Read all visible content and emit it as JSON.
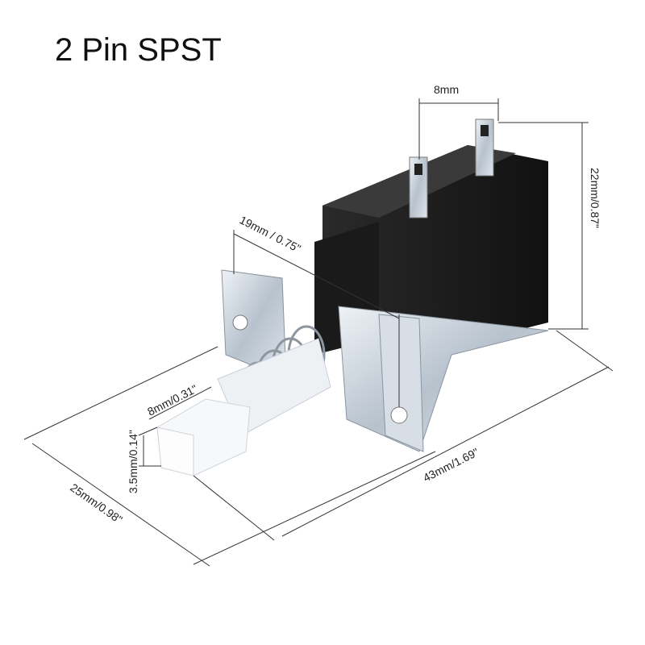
{
  "title": "2 Pin SPST",
  "dimensions": {
    "pin_spacing": "8mm",
    "height": "22mm/0.87\"",
    "bracket": "19mm / 0.75\"",
    "plunger_length": "8mm/0.31\"",
    "plunger_width": "3.5mm/0.14\"",
    "total_length": "43mm/1.69\"",
    "width": "25mm/0.98\""
  },
  "colors": {
    "body": "#1c1c1c",
    "metal": "#c9d2db",
    "plunger": "#f4f6f8",
    "spring": "#9aa3ad"
  }
}
